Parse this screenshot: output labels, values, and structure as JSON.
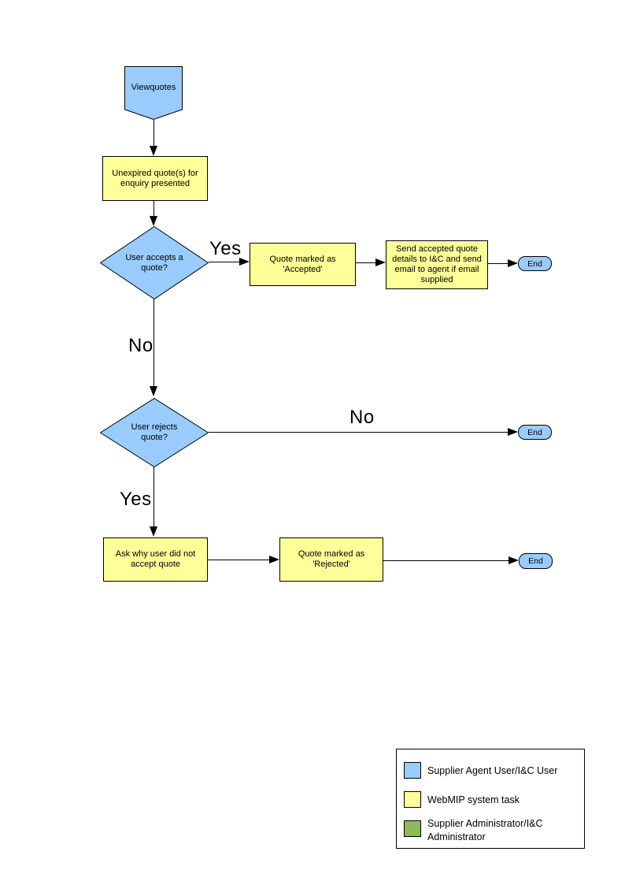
{
  "palette": {
    "user_shape_fill": "#99CCFC",
    "system_shape_fill": "#FFFF99",
    "admin_shape_fill": "#8DBB55",
    "shape_border": "#000000"
  },
  "nodes": {
    "start": {
      "label": "Viewquotes"
    },
    "present_quotes": {
      "label": "Unexpired quote(s) for enquiry presented"
    },
    "accept_decision": {
      "label": "User accepts a quote?"
    },
    "mark_accepted": {
      "label": "Quote marked as 'Accepted'"
    },
    "send_details": {
      "label": "Send accepted quote details to I&C and send email to agent if email supplied"
    },
    "end_accept": {
      "label": "End"
    },
    "reject_decision": {
      "label": "User rejects quote?"
    },
    "end_no_reject": {
      "label": "End"
    },
    "ask_why": {
      "label": "Ask why user did not accept quote"
    },
    "mark_rejected": {
      "label": "Quote marked as 'Rejected'"
    },
    "end_reject": {
      "label": "End"
    }
  },
  "edge_labels": {
    "accept_yes": "Yes",
    "accept_no": "No",
    "reject_no": "No",
    "reject_yes": "Yes"
  },
  "legend": {
    "items": [
      {
        "label": "Supplier Agent User/I&C User",
        "color": "#99CCFC"
      },
      {
        "label": "WebMIP system task",
        "color": "#FFFF99"
      },
      {
        "label": "Supplier Administrator/I&C Administrator",
        "color": "#8DBB55"
      }
    ]
  }
}
